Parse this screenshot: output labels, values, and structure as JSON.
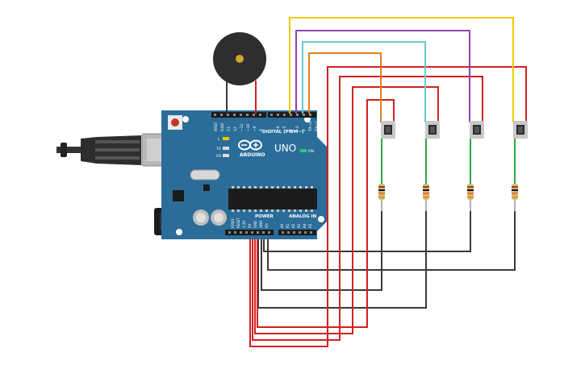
{
  "board": {
    "brand": "ARDUINO",
    "model": "UNO",
    "digital_label": "DIGITAL (PWM~)",
    "power_label": "POWER",
    "analog_label": "ANALOG IN",
    "on_label": "ON",
    "led_l": "L",
    "led_tx": "TX",
    "led_rx": "RX",
    "aref": "AREF",
    "gnd": "GND",
    "top_pins": [
      "13",
      "12",
      "~11",
      "~10",
      "~9",
      "8",
      "7",
      "~6",
      "~5",
      "4",
      "~3",
      "2",
      "TX→1",
      "RX←0"
    ],
    "power_pins": [
      "IOREF",
      "RESET",
      "3.3V",
      "5V",
      "GND",
      "GND",
      "Vin"
    ],
    "analog_pins": [
      "A0",
      "A1",
      "A2",
      "A3",
      "A4",
      "A5"
    ]
  },
  "colors": {
    "board": "#2b6d99",
    "wire_red": "#d32020",
    "wire_black": "#3a3a3a",
    "wire_yellow": "#f2c800",
    "wire_purple": "#8e44ad",
    "wire_cyan": "#6cc8d8",
    "wire_orange": "#e67e22",
    "wire_green": "#2ea84a"
  }
}
